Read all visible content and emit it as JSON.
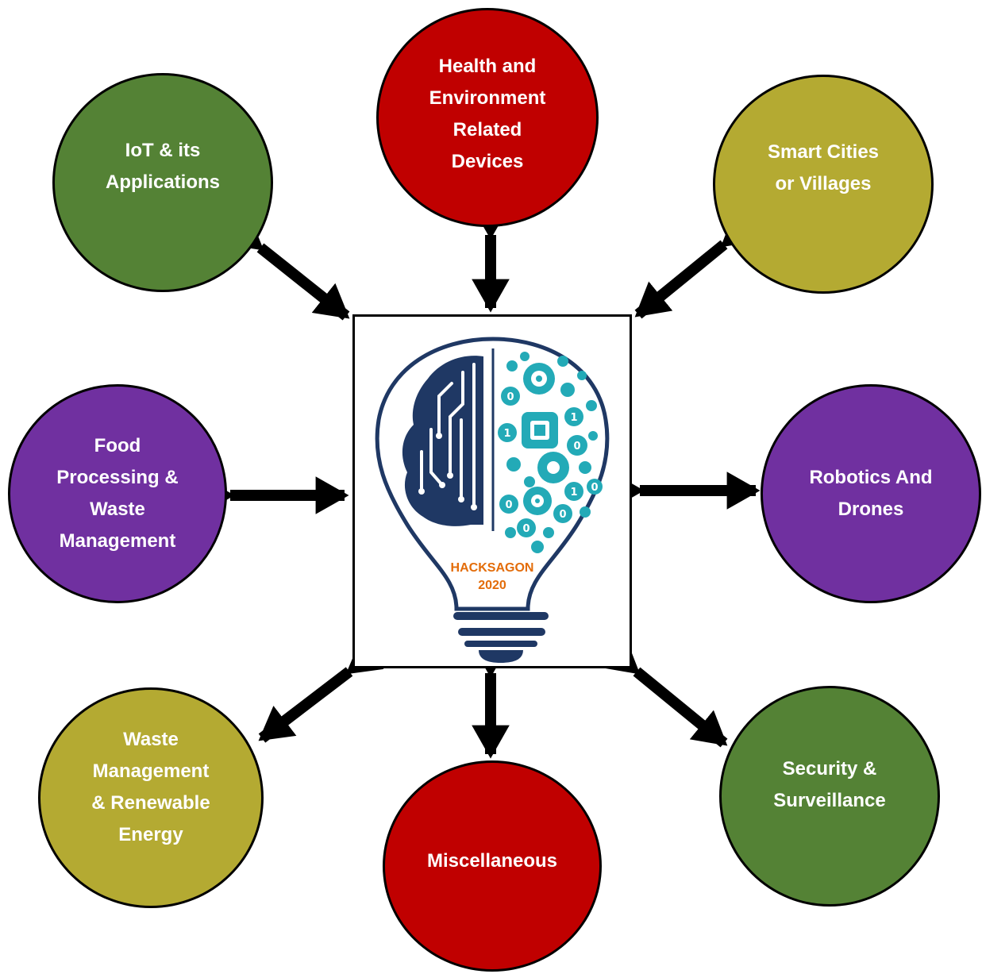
{
  "topics": {
    "health": "Health and\nEnvironment\nRelated\nDevices",
    "iot": "IoT & its\nApplications",
    "smart_cities": "Smart Cities\nor Villages",
    "food": "Food\nProcessing &\nWaste\nManagement",
    "robotics": "Robotics And\nDrones",
    "waste": "Waste\nManagement\n& Renewable\nEnergy",
    "security": "Security &\nSurveillance",
    "misc": "Miscellaneous"
  },
  "logo": {
    "text": "HACKSAGON\n2020",
    "icon": "lightbulb-brain-circuit-icon"
  },
  "colors": {
    "green": "#548235",
    "red": "#c00000",
    "olive": "#b4aa32",
    "purple": "#7030a0",
    "navy": "#1f3864",
    "teal": "#23aab7",
    "logo_text": "#e36c09"
  }
}
